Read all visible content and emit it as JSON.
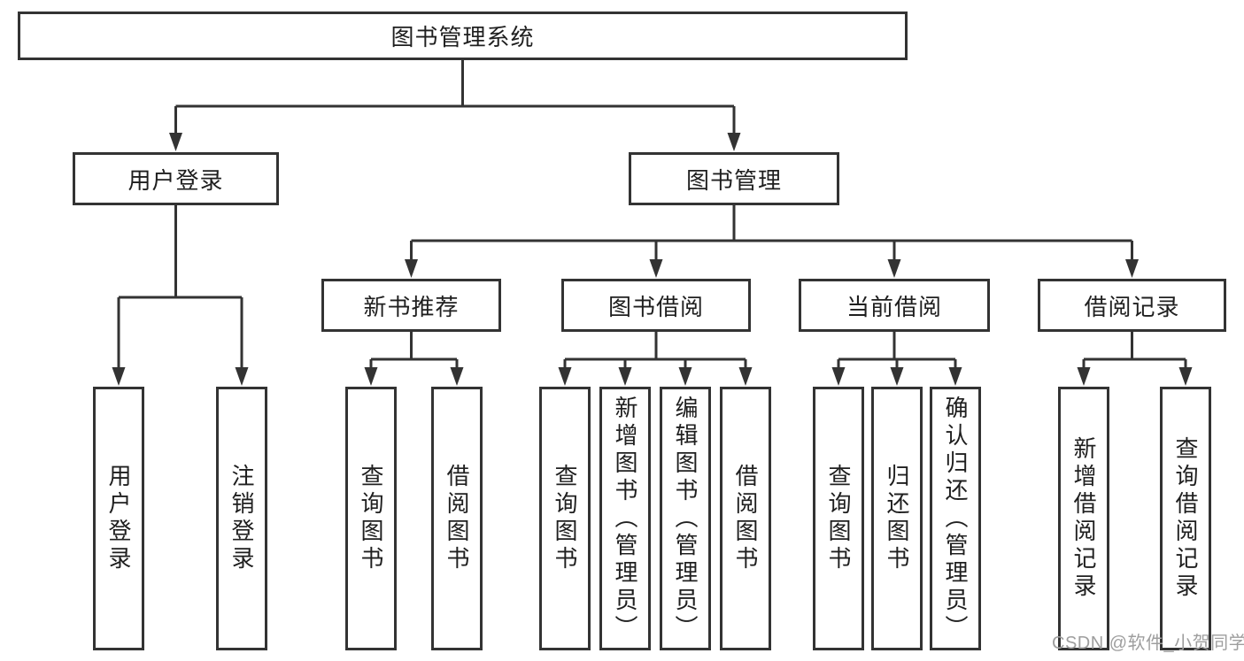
{
  "diagram": {
    "root": {
      "label": "图书管理系统"
    },
    "user_login": {
      "label": "用户登录",
      "leaves": [
        {
          "label": "用户登录"
        },
        {
          "label": "注销登录"
        }
      ]
    },
    "book_management": {
      "label": "图书管理",
      "sections": [
        {
          "label": "新书推荐",
          "leaves": [
            {
              "label": "查询图书"
            },
            {
              "label": "借阅图书"
            }
          ]
        },
        {
          "label": "图书借阅",
          "leaves": [
            {
              "label": "查询图书"
            },
            {
              "label": "新增图书（管理员）"
            },
            {
              "label": "编辑图书（管理员）"
            },
            {
              "label": "借阅图书"
            }
          ]
        },
        {
          "label": "当前借阅",
          "leaves": [
            {
              "label": "查询图书"
            },
            {
              "label": "归还图书"
            },
            {
              "label": "确认归还（管理员）"
            }
          ]
        },
        {
          "label": "借阅记录",
          "leaves": [
            {
              "label": "新增借阅记录"
            },
            {
              "label": "查询借阅记录"
            }
          ]
        }
      ]
    }
  },
  "watermark": {
    "text": "CSDN @软件_小贺同学"
  },
  "colors": {
    "line": "#333333",
    "box_border": "#333333",
    "text": "#1f1f1f",
    "watermark": "#9e9e9e",
    "background": "#ffffff"
  }
}
